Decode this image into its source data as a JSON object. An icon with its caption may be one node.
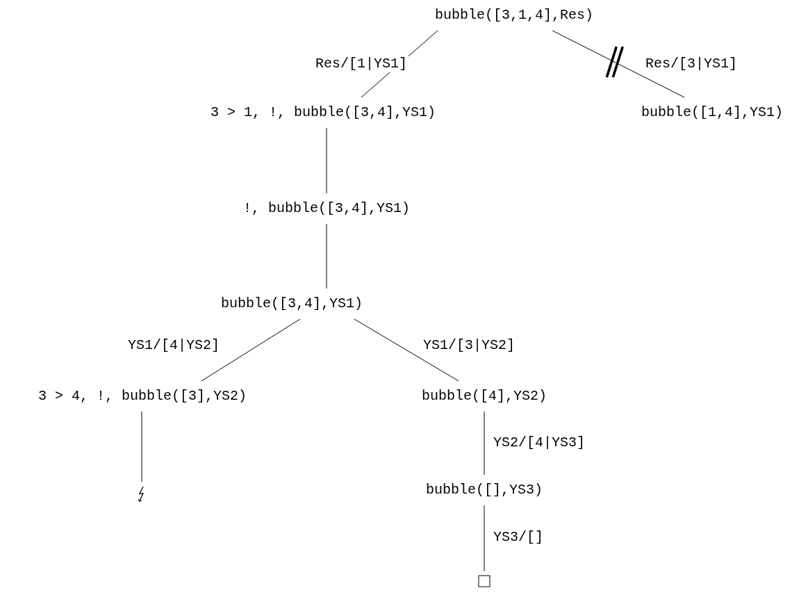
{
  "diagram": {
    "nodes": [
      {
        "text": [
          "bubble([3,1,4],Res)"
        ]
      },
      {
        "text": [
          "3 > 1, !, bubble([3,4],YS1)"
        ]
      },
      {
        "text": [
          "bubble([1,4],YS1)"
        ]
      },
      {
        "text": [
          "!, bubble([3,4],YS1)"
        ]
      },
      {
        "text": [
          "bubble([3,4],YS1)"
        ]
      },
      {
        "text": [
          "3 > 4, !, bubble([3],YS2)"
        ]
      },
      {
        "text": [
          "bubble([4],YS2)"
        ]
      },
      {
        "text": [],
        "shape": "lightning"
      },
      {
        "text": [
          "bubble([],YS3)"
        ]
      },
      {
        "text": [],
        "shape": "box"
      }
    ],
    "edges": [
      {
        "from": 0,
        "to": 1,
        "arrow": "none",
        "label": "Res/[1|YS1]"
      },
      {
        "from": 0,
        "to": 2,
        "arrow": "none",
        "label": "Res/[3|YS1]"
      },
      {
        "from": 1,
        "to": 3,
        "arrow": "none"
      },
      {
        "from": 3,
        "to": 4,
        "arrow": "none"
      },
      {
        "from": 4,
        "to": 5,
        "arrow": "none",
        "label": "YS1/[4|YS2]"
      },
      {
        "from": 4,
        "to": 6,
        "arrow": "none",
        "label": "YS1/[3|YS2]"
      },
      {
        "from": 5,
        "to": 7,
        "arrow": "none"
      },
      {
        "from": 6,
        "to": 8,
        "arrow": "none",
        "label": "YS2/[4|YS3]"
      },
      {
        "from": 8,
        "to": 9,
        "arrow": "none",
        "label": "YS3/[]"
      }
    ]
  }
}
